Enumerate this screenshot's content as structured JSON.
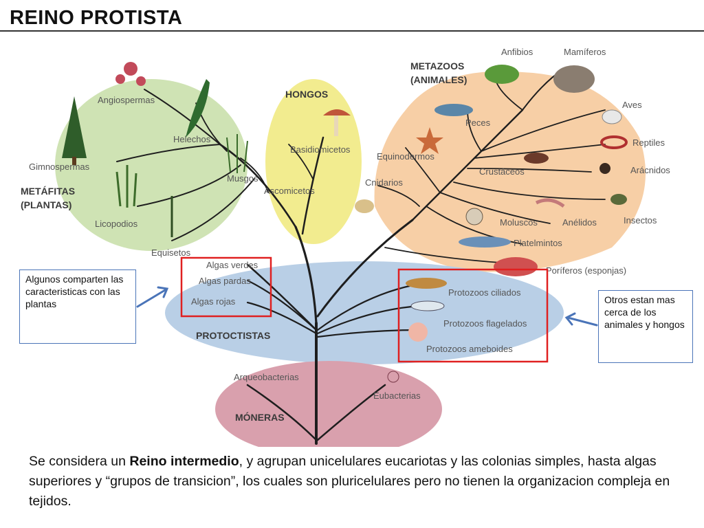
{
  "title": "REINO PROTISTA",
  "groups": {
    "metafitas": [
      "METÁFITAS",
      "(PLANTAS)"
    ],
    "hongos": "HONGOS",
    "metazoos": [
      "METAZOOS",
      "(ANIMALES)"
    ],
    "protoctistas": "PROTOCTISTAS",
    "moneras": "MÓNERAS"
  },
  "plants": [
    "Angiospermas",
    "Helechos",
    "Gimnospermas",
    "Musgos",
    "Licopodios",
    "Equisetos"
  ],
  "fungi": [
    "Basidiomicetos",
    "Ascomicetos"
  ],
  "animals": [
    "Anfibios",
    "Mamíferos",
    "Aves",
    "Peces",
    "Reptiles",
    "Equinodermos",
    "Arácnidos",
    "Crustáceos",
    "Cnidarios",
    "Insectos",
    "Moluscos",
    "Anélidos",
    "Platelmintos",
    "Poríferos (esponjas)"
  ],
  "protists_algae": [
    "Algas verdes",
    "Algas pardas",
    "Algas rojas"
  ],
  "protists_protozoa": [
    "Protozoos ciliados",
    "Protozoos flagelados",
    "Protozoos ameboides"
  ],
  "monera": [
    "Arqueobacterias",
    "Eubacterias"
  ],
  "notes": {
    "left": "Algunos comparten las caracteristicas con las plantas",
    "right": "Otros estan mas cerca de los animales y hongos"
  },
  "body": {
    "p1": "Se considera un ",
    "bold": "Reino intermedio",
    "p2": ", y agrupan unicelulares eucariotas y las colonias simples, hasta algas superiores y “grupos de transicion”, los cuales son pluricelulares pero no tienen la organizacion compleja en tejidos."
  },
  "colors": {
    "plants_bg": "#cfe3b4",
    "fungi_bg": "#f2ec8f",
    "animals_bg": "#f7cfa6",
    "protist_bg": "#b9cfe6",
    "monera_bg": "#d9a0ad",
    "highlight": "#e02020",
    "note_border": "#4a74b8"
  }
}
